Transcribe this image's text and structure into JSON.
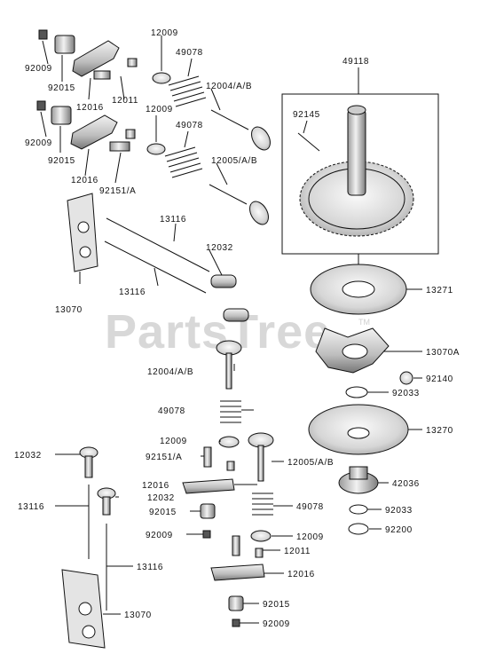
{
  "watermark": {
    "text": "PartsTree",
    "tm": "TM"
  },
  "labels": {
    "p92009_a": "92009",
    "p92015_a": "92015",
    "p12016_a": "12016",
    "p12009_a": "12009",
    "p49078_a": "49078",
    "p12011_a": "12011",
    "p12004_a": "12004/A/B",
    "p92009_b": "92009",
    "p92015_b": "92015",
    "p12009_b": "12009",
    "p49078_b": "49078",
    "p12005_a": "12005/A/B",
    "p12016_b": "12016",
    "p92151_a": "92151/A",
    "p49118": "49118",
    "p92145": "92145",
    "p13116_a": "13116",
    "p12032_a": "12032",
    "p13271": "13271",
    "p13116_b": "13116",
    "p13070_a": "13070",
    "p13070A": "13070A",
    "p92140": "92140",
    "p12004_b": "12004/A/B",
    "p92033_a": "92033",
    "p49078_c": "49078",
    "p13270": "13270",
    "p12009_c": "12009",
    "p12032_b": "12032",
    "p92151_b": "92151/A",
    "p12005_b": "12005/A/B",
    "p12016_c": "12016",
    "p12032_c": "12032",
    "p42036": "42036",
    "p13116_c": "13116",
    "p92015_c": "92015",
    "p49078_d": "49078",
    "p92033_b": "92033",
    "p92009_c": "92009",
    "p12009_d": "12009",
    "p92200": "92200",
    "p12011_b": "12011",
    "p13116_d": "13116",
    "p12016_d": "12016",
    "p13070_b": "13070",
    "p92015_d": "92015",
    "p92009_d": "92009"
  }
}
